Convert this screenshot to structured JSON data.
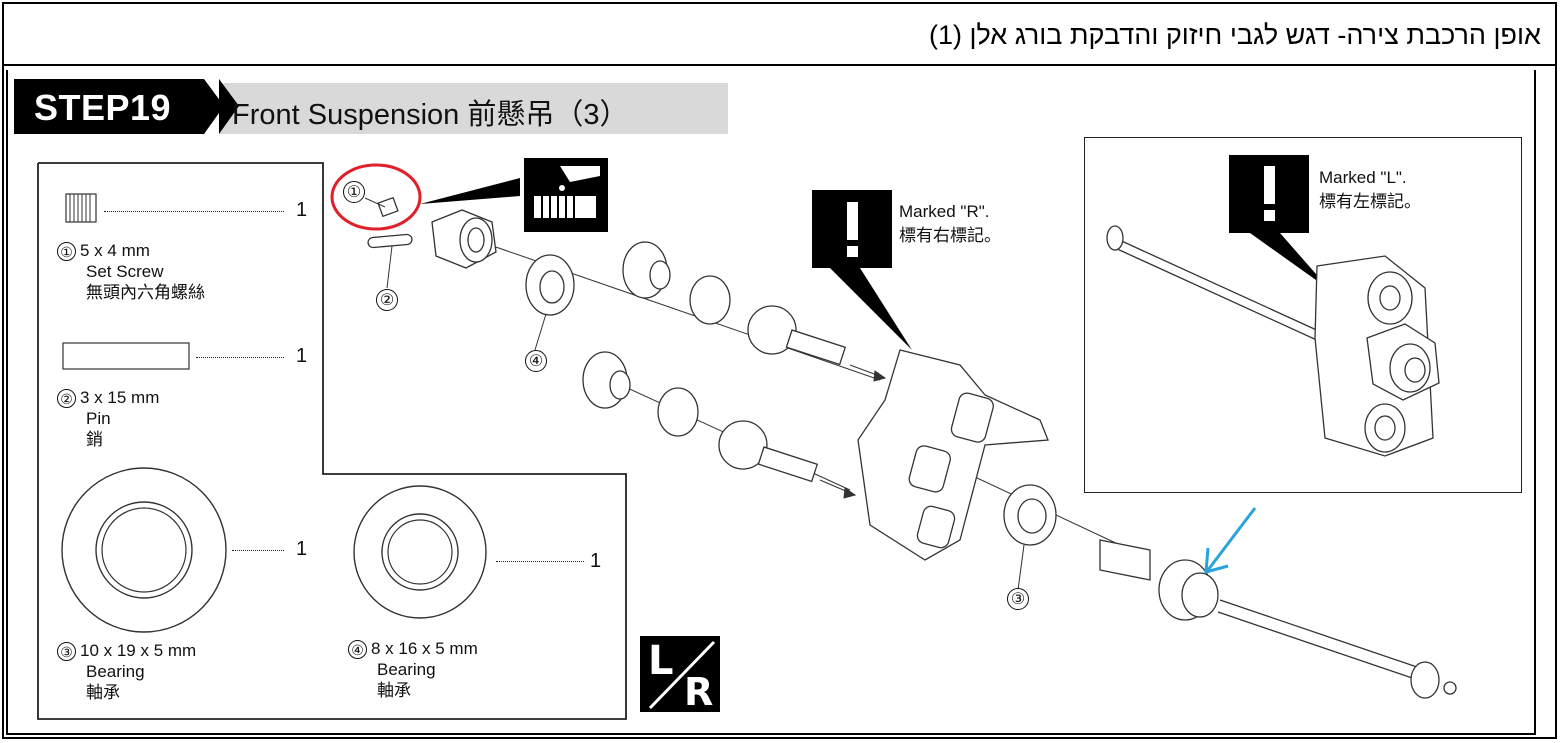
{
  "header": {
    "hebrew_title": "אופן הרכבת צירה- דגש לגבי חיזוק והדבקת בורג אלן (1)"
  },
  "step": {
    "badge": "STEP19",
    "title": "Front Suspension 前懸吊（3）"
  },
  "parts": [
    {
      "num": "①",
      "size": "5 x 4 mm",
      "name": "Set Screw",
      "name_zh": "無頭內六角螺絲",
      "qty": "1"
    },
    {
      "num": "②",
      "size": "3 x 15 mm",
      "name": "Pin",
      "name_zh": "銷",
      "qty": "1"
    },
    {
      "num": "③",
      "size": "10 x 19 x 5 mm",
      "name": "Bearing",
      "name_zh": "軸承",
      "qty": "1"
    },
    {
      "num": "④",
      "size": "8 x 16 x 5 mm",
      "name": "Bearing",
      "name_zh": "軸承",
      "qty": "1"
    }
  ],
  "notes": {
    "right_en": "Marked \"R\".",
    "right_zh": "標有右標記。",
    "left_en": "Marked \"L\".",
    "left_zh": "標有左標記。"
  },
  "callouts": [
    "①",
    "②",
    "③",
    "④"
  ],
  "lr_badge": {
    "l": "L",
    "r": "R"
  },
  "colors": {
    "highlight_circle": "#e0202a",
    "arrow": "#29a3e0",
    "title_bg": "#d9d9d9"
  }
}
